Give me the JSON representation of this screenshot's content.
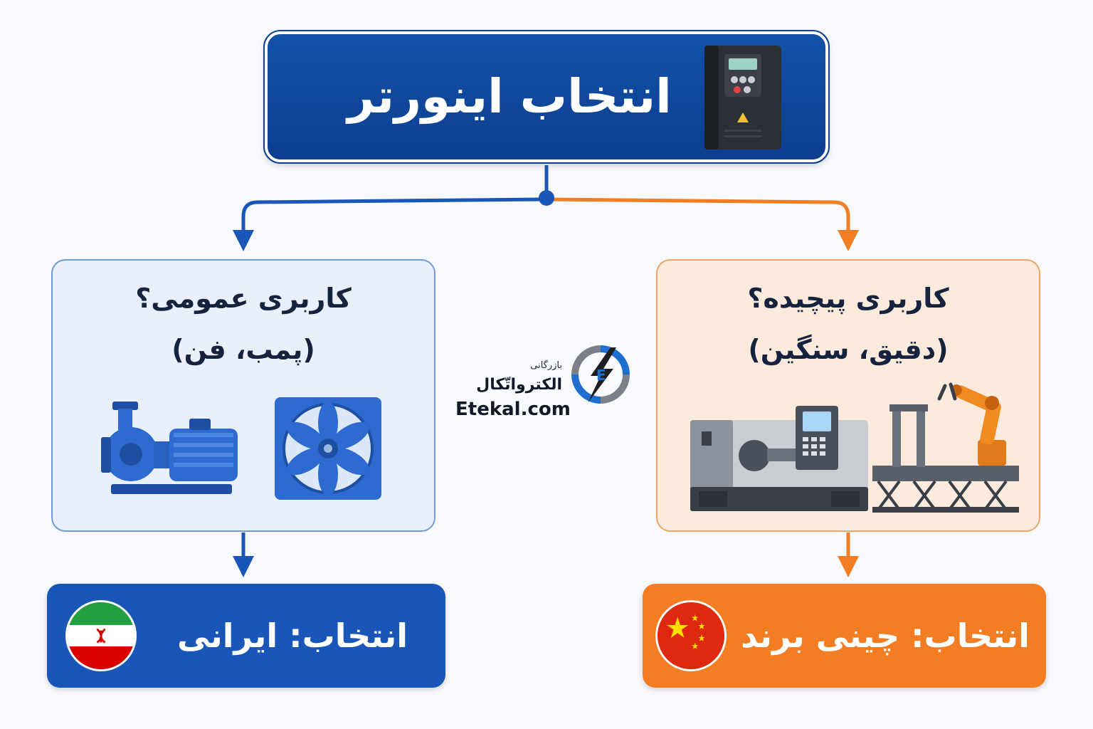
{
  "title": {
    "text": "انتخاب اینورتر",
    "icon": "inverter-drive-icon"
  },
  "branches": {
    "general": {
      "title_line1": "کاربری عمومی؟",
      "title_line2": "(پمب، فن)",
      "icons": [
        "pump-icon",
        "fan-icon"
      ],
      "result": "انتخاب: ایرانی",
      "result_icon": "iran-flag-icon",
      "color": "#1a56b8"
    },
    "complex": {
      "title_line1": "کاربری پیچیده؟",
      "title_line2": "(دقیق، سنگین)",
      "icons": [
        "cnc-lathe-icon",
        "robot-arm-icon"
      ],
      "result": "انتخاب: چینی برند",
      "result_icon": "china-flag-icon",
      "color": "#f27d22"
    }
  },
  "logo": {
    "small_text": "بازرگانی",
    "name": "الکترواتّکال",
    "domain": "Etekal.com",
    "icon": "gear-lightning-logo-icon"
  },
  "colors": {
    "blue": "#1350a8",
    "orange": "#f27d22",
    "background": "#f7f9fc"
  }
}
